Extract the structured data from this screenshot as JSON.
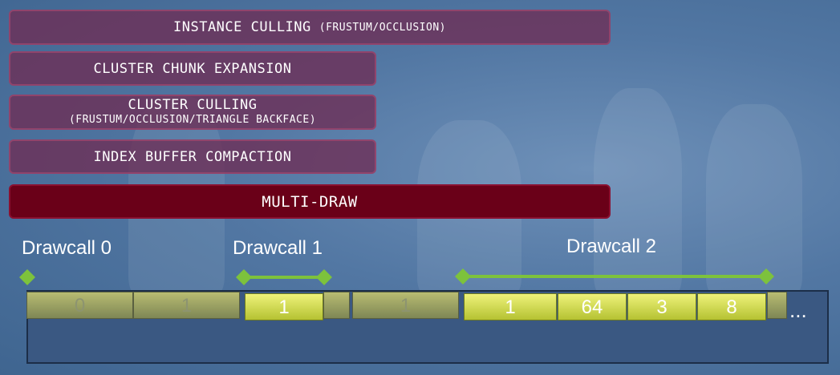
{
  "stages": {
    "instance_culling": {
      "title": "INSTANCE CULLING",
      "suffix": "(FRUSTUM/OCCLUSION)"
    },
    "cluster_chunk_expansion": {
      "title": "CLUSTER CHUNK EXPANSION"
    },
    "cluster_culling": {
      "title": "CLUSTER CULLING",
      "subtitle": "(FRUSTUM/OCCLUSION/TRIANGLE BACKFACE)"
    },
    "index_buffer_compaction": {
      "title": "INDEX BUFFER COMPACTION"
    },
    "multi_draw": {
      "title": "MULTI-DRAW"
    }
  },
  "drawcalls": [
    "Drawcall 0",
    "Drawcall 1",
    "Drawcall 2"
  ],
  "buffer": {
    "cells": [
      "0",
      "1",
      "1",
      "",
      "1",
      "1",
      "64",
      "3",
      "8",
      ""
    ],
    "ellipsis": "..."
  },
  "colors": {
    "stage_fill": "#6e2d55",
    "multi_draw_fill": "#6a0018",
    "marker": "#7dc23c",
    "cell_active": "#d6df4a",
    "panel": "#3a5882"
  }
}
